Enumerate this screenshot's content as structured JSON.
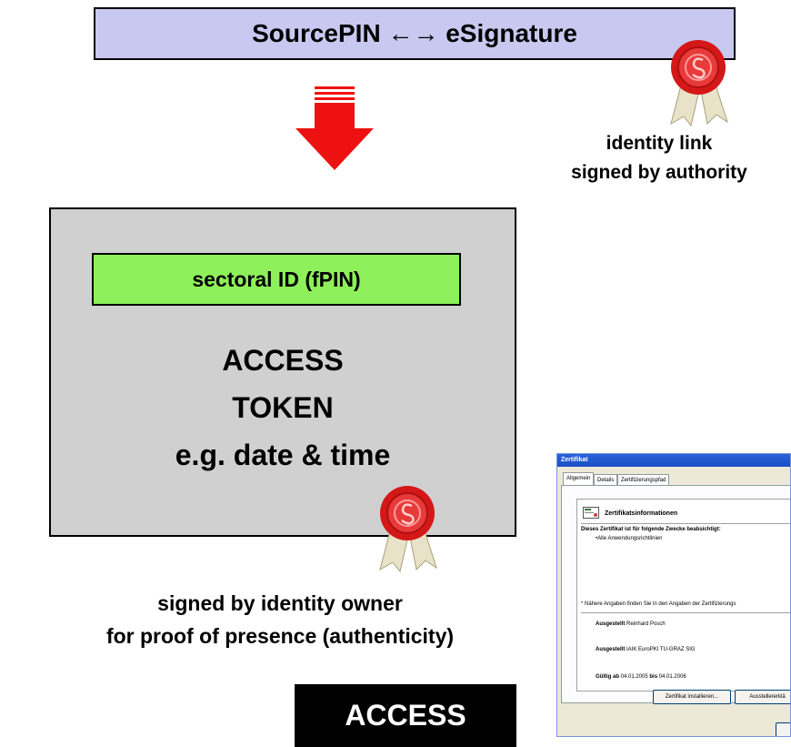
{
  "top_box": {
    "label": "SourcePIN ←→ eSignature"
  },
  "identity_caption": {
    "line1": "identity link",
    "line2": "signed by authority"
  },
  "token_box": {
    "sectoral_id": "sectoral ID (fPIN)",
    "line1": "ACCESS",
    "line2": "TOKEN",
    "line3": "e.g. date & time"
  },
  "owner_caption": {
    "line1": "signed by identity owner",
    "line2": "for proof of presence (authenticity)"
  },
  "access_box": {
    "label": "ACCESS"
  },
  "certificate": {
    "title": "Zertifikat",
    "tabs": [
      "Allgemein",
      "Details",
      "Zertifizierungspfad"
    ],
    "heading": "Zertifikatsinformationen",
    "purpose": "Dieses Zertifikat ist für folgende Zwecke beabsichtigt:",
    "purpose_item": "•Alle Anwendungsrichtlinien",
    "note": "* Nähere Angaben finden Sie in den Angaben der Zertifizierungs",
    "issued_to_label": "Ausgestellt",
    "issued_to_value": "Reinhard Posch",
    "issued_by_label": "Ausgestellt",
    "issued_by_value": "IAIK EuroPKI TU-GRAZ SIG",
    "valid_from_label": "Gültig ab",
    "valid_from_value": "04.01.2005",
    "valid_to_label": "bis",
    "valid_to_value": "04.01.2006",
    "install_button": "Zertifikat installieren...",
    "issuer_button": "Ausstellererklä"
  },
  "colors": {
    "top_box_bg": "#c8c8f0",
    "token_box_bg": "#d0d0d0",
    "sectoral_bg": "#8ef05a",
    "arrow": "#ee1111",
    "seal": "#d41818"
  }
}
